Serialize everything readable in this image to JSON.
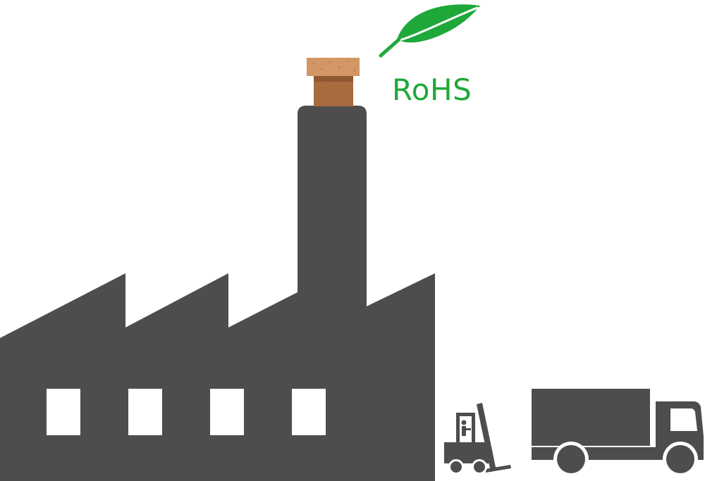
{
  "illustration": {
    "badge": {
      "label": "RoHS",
      "icon": "leaf-icon",
      "color": "#1fa83a"
    },
    "factory": {
      "icon": "factory-icon",
      "color": "#4d4d4d",
      "window_count": 4
    },
    "chimney_plug": {
      "icon": "cork-stopper-icon",
      "color": "#a86a3f"
    },
    "vehicles": [
      {
        "name": "forklift",
        "icon": "forklift-icon",
        "color": "#4d4d4d"
      },
      {
        "name": "truck",
        "icon": "truck-icon",
        "color": "#4d4d4d"
      }
    ]
  }
}
